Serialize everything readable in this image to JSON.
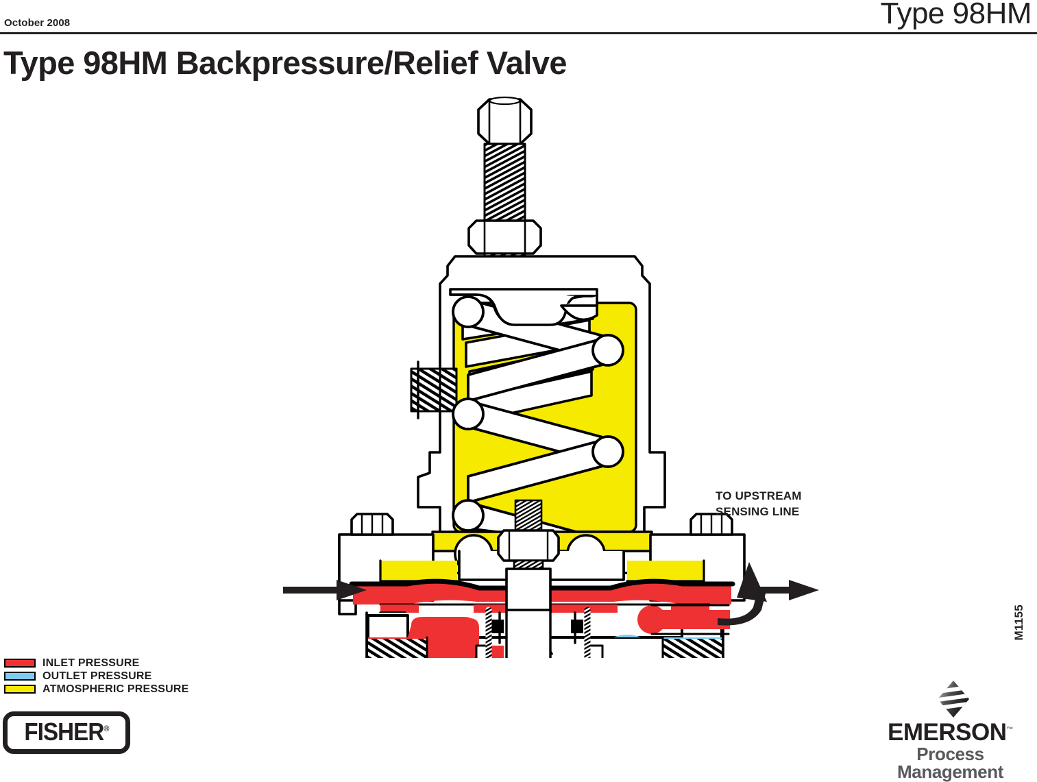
{
  "header": {
    "date": "October 2008",
    "model": "Type 98HM"
  },
  "page_title": "Type 98HM Backpressure/Relief Valve",
  "figure": {
    "name": "type-98hm-cutaway-diagram",
    "callout": {
      "line1": "TO UPSTREAM",
      "line2": "SENSING LINE"
    },
    "drawing_number": "M1155",
    "flow_arrow_left": "inlet-flow-arrow",
    "flow_arrow_right": "outlet-flow-arrow"
  },
  "legend": {
    "items": [
      {
        "label": "INLET PRESSURE",
        "color": "#ee3233"
      },
      {
        "label": "OUTLET PRESSURE",
        "color": "#7dcdf0"
      },
      {
        "label": "ATMOSPHERIC PRESSURE",
        "color": "#f5ea00"
      }
    ]
  },
  "colors": {
    "inlet": "#ee3233",
    "outlet": "#7dcdf0",
    "atmospheric": "#f5ea00",
    "line": "#000000",
    "text": "#231f20",
    "gray": "#58595b"
  },
  "fisher_logo": {
    "wordmark": "FISHER",
    "registered": "®"
  },
  "emerson_logo": {
    "name": "EMERSON",
    "trademark": "™",
    "tagline": "Process Management"
  }
}
